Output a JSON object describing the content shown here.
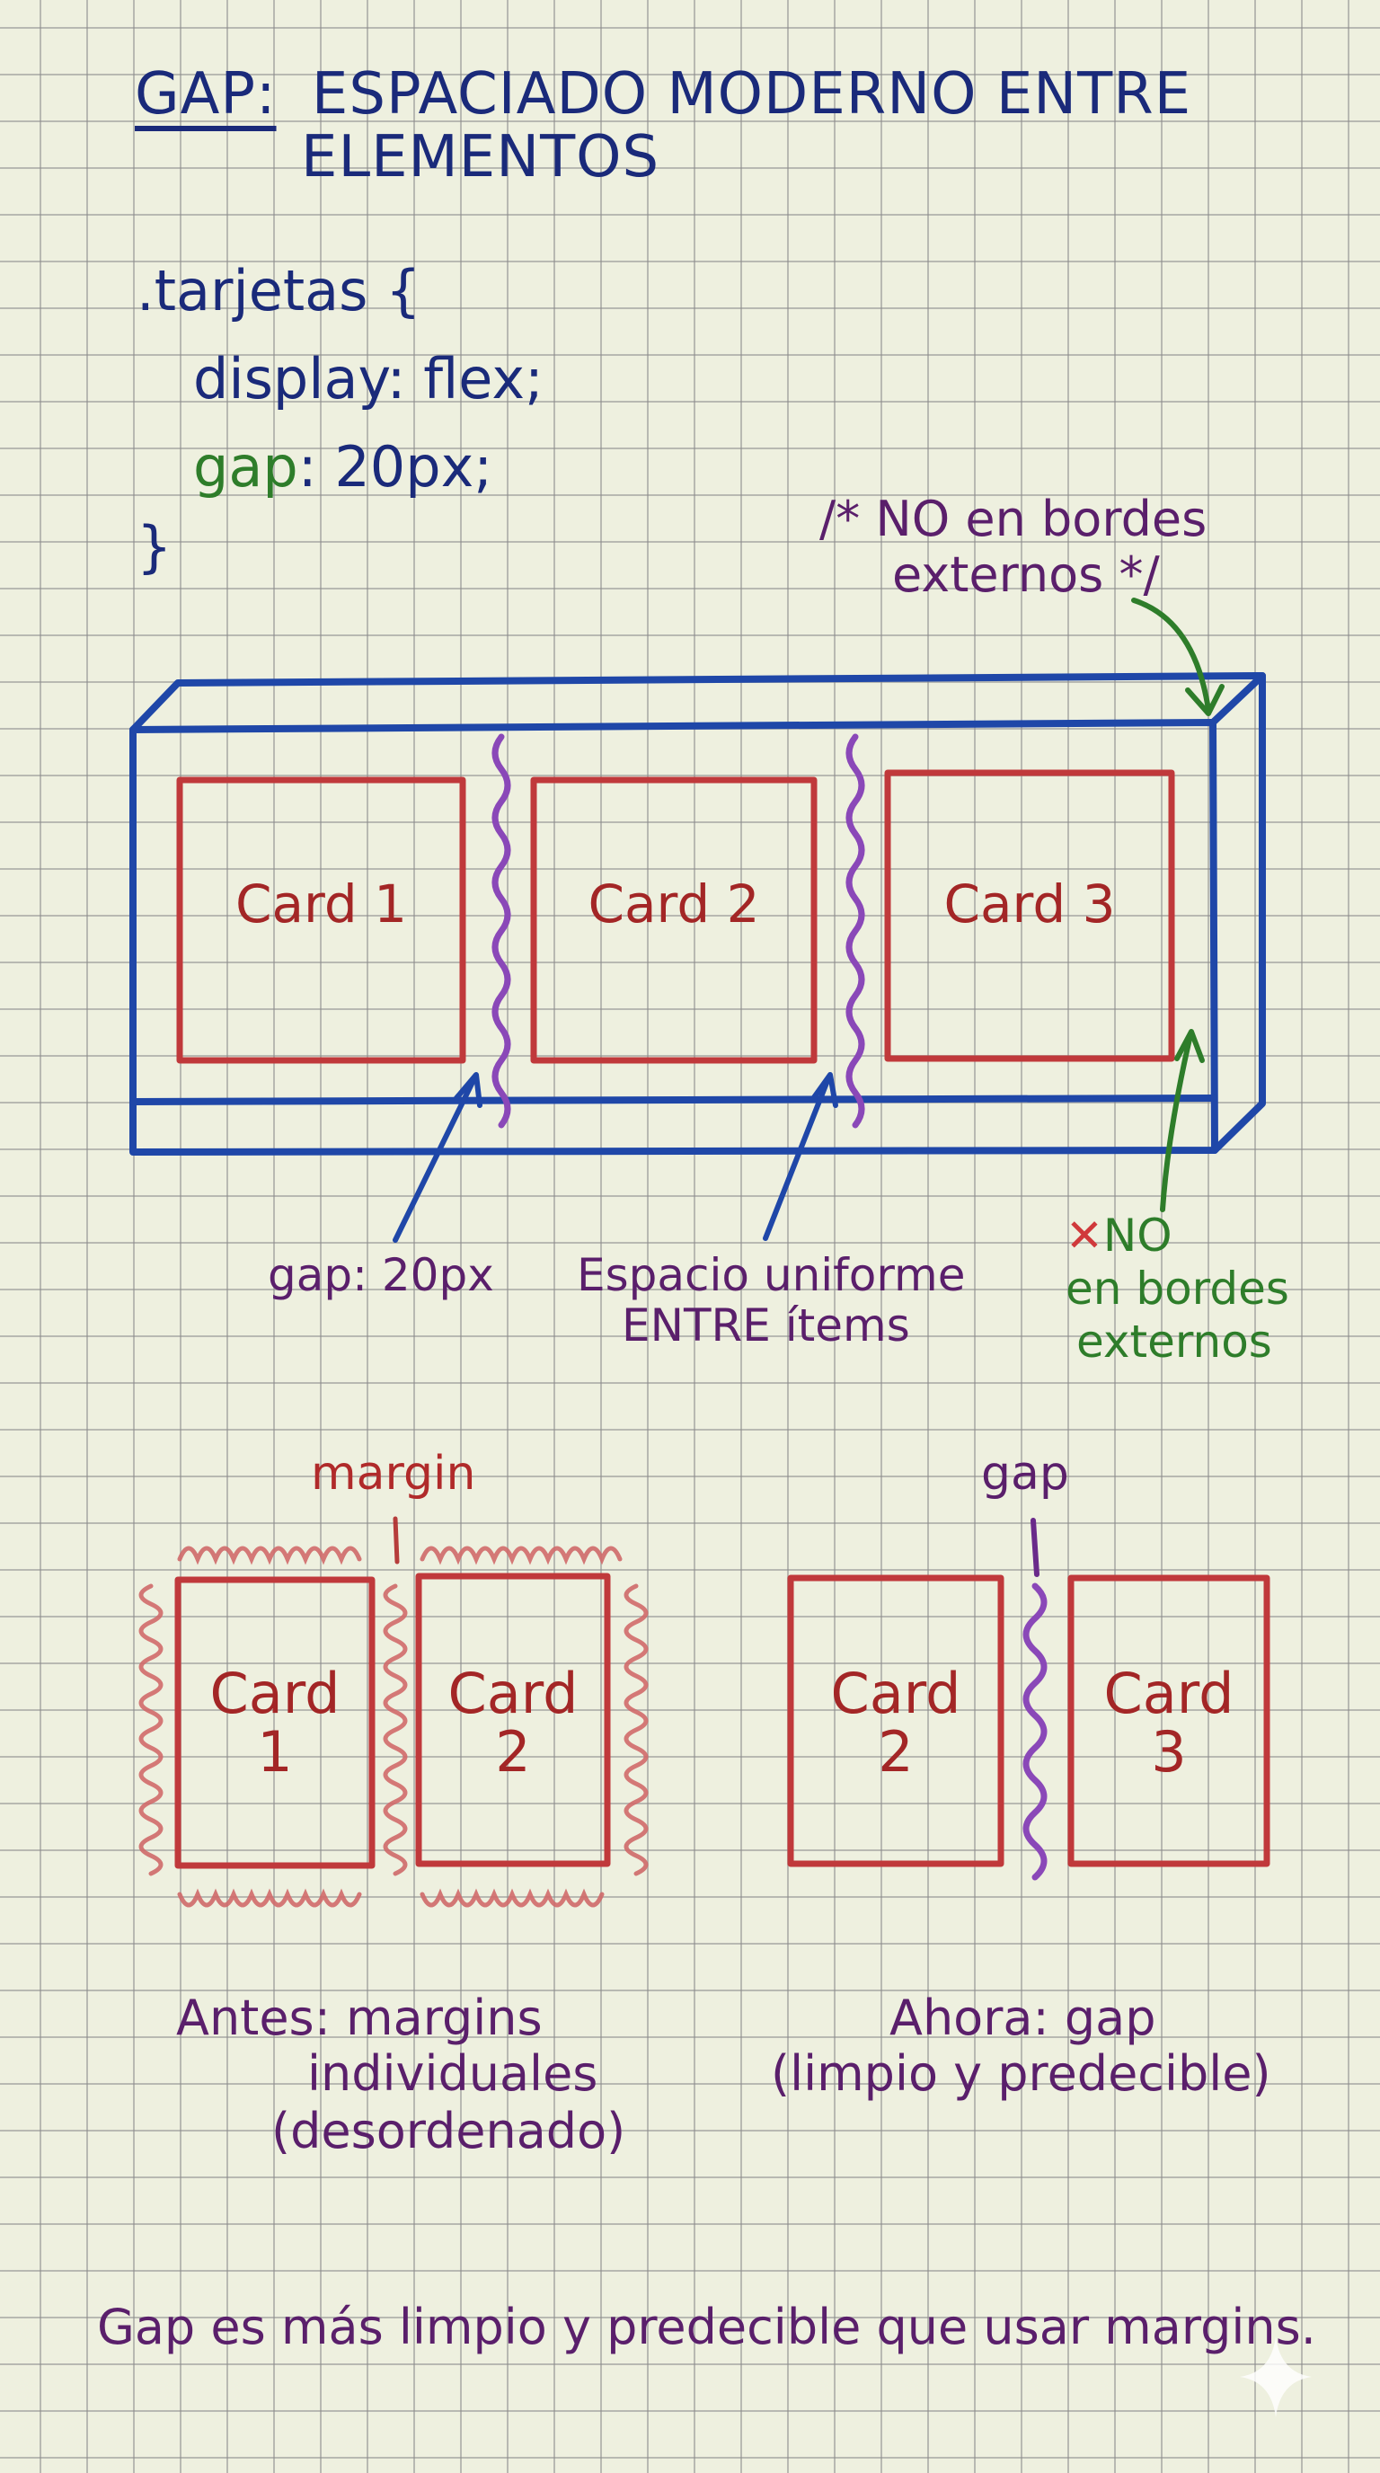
{
  "title": {
    "keyword": "GAP:",
    "line1": "ESPACIADO MODERNO ENTRE",
    "line2": "ELEMENTOS"
  },
  "code": {
    "selector": ".tarjetas {",
    "line_display": "display: flex;",
    "gap_property": "gap",
    "gap_value": ": 20px;",
    "closing": "}"
  },
  "comment": {
    "line1": "/* NO en bordes",
    "line2": "externos */"
  },
  "top_diagram": {
    "cards": [
      "Card 1",
      "Card 2",
      "Card 3"
    ],
    "annotation_gap": "gap: 20px",
    "annotation_uniform_line1": "Espacio uniforme",
    "annotation_uniform_line2": "ENTRE ítems",
    "annotation_no_mark": "✕",
    "annotation_no_line1": "NO",
    "annotation_no_line2": "en bordes",
    "annotation_no_line3": "externos"
  },
  "comparison": {
    "before": {
      "label": "margin",
      "cards": [
        {
          "line1": "Card",
          "line2": "1"
        },
        {
          "line1": "Card",
          "line2": "2"
        }
      ],
      "caption_line1": "Antes: margins",
      "caption_line2": "individuales",
      "caption_line3": "(desordenado)"
    },
    "after": {
      "label": "gap",
      "cards": [
        {
          "line1": "Card",
          "line2": "2"
        },
        {
          "line1": "Card",
          "line2": "3"
        }
      ],
      "caption_line1": "Ahora: gap",
      "caption_line2": "(limpio y predecible)"
    }
  },
  "footer": "Gap es más limpio y predecible que usar margins.",
  "colors": {
    "paper": "#eef0df",
    "grid": "#8c8c8c",
    "navy": "#1a2a7a",
    "container_blue": "#1f47a8",
    "card_red": "#c0393b",
    "gap_purple": "#8a48b8",
    "text_purple": "#5a1f6b",
    "green": "#2e7d2a"
  }
}
